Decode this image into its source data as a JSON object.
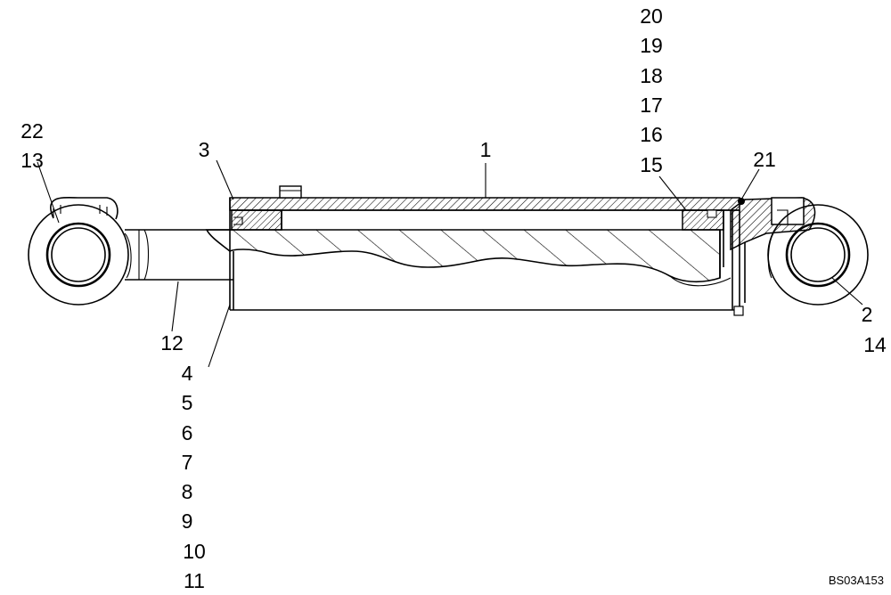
{
  "figure_code": "BS03A153",
  "callouts": {
    "c1": "1",
    "c2": "2",
    "c3": "3",
    "c4": "4",
    "c5": "5",
    "c6": "6",
    "c7": "7",
    "c8": "8",
    "c9": "9",
    "c10": "10",
    "c11": "11",
    "c12": "12",
    "c13": "13",
    "c14": "14",
    "c15": "15",
    "c16": "16",
    "c17": "17",
    "c18": "18",
    "c19": "19",
    "c20": "20",
    "c21": "21",
    "c22": "22"
  }
}
